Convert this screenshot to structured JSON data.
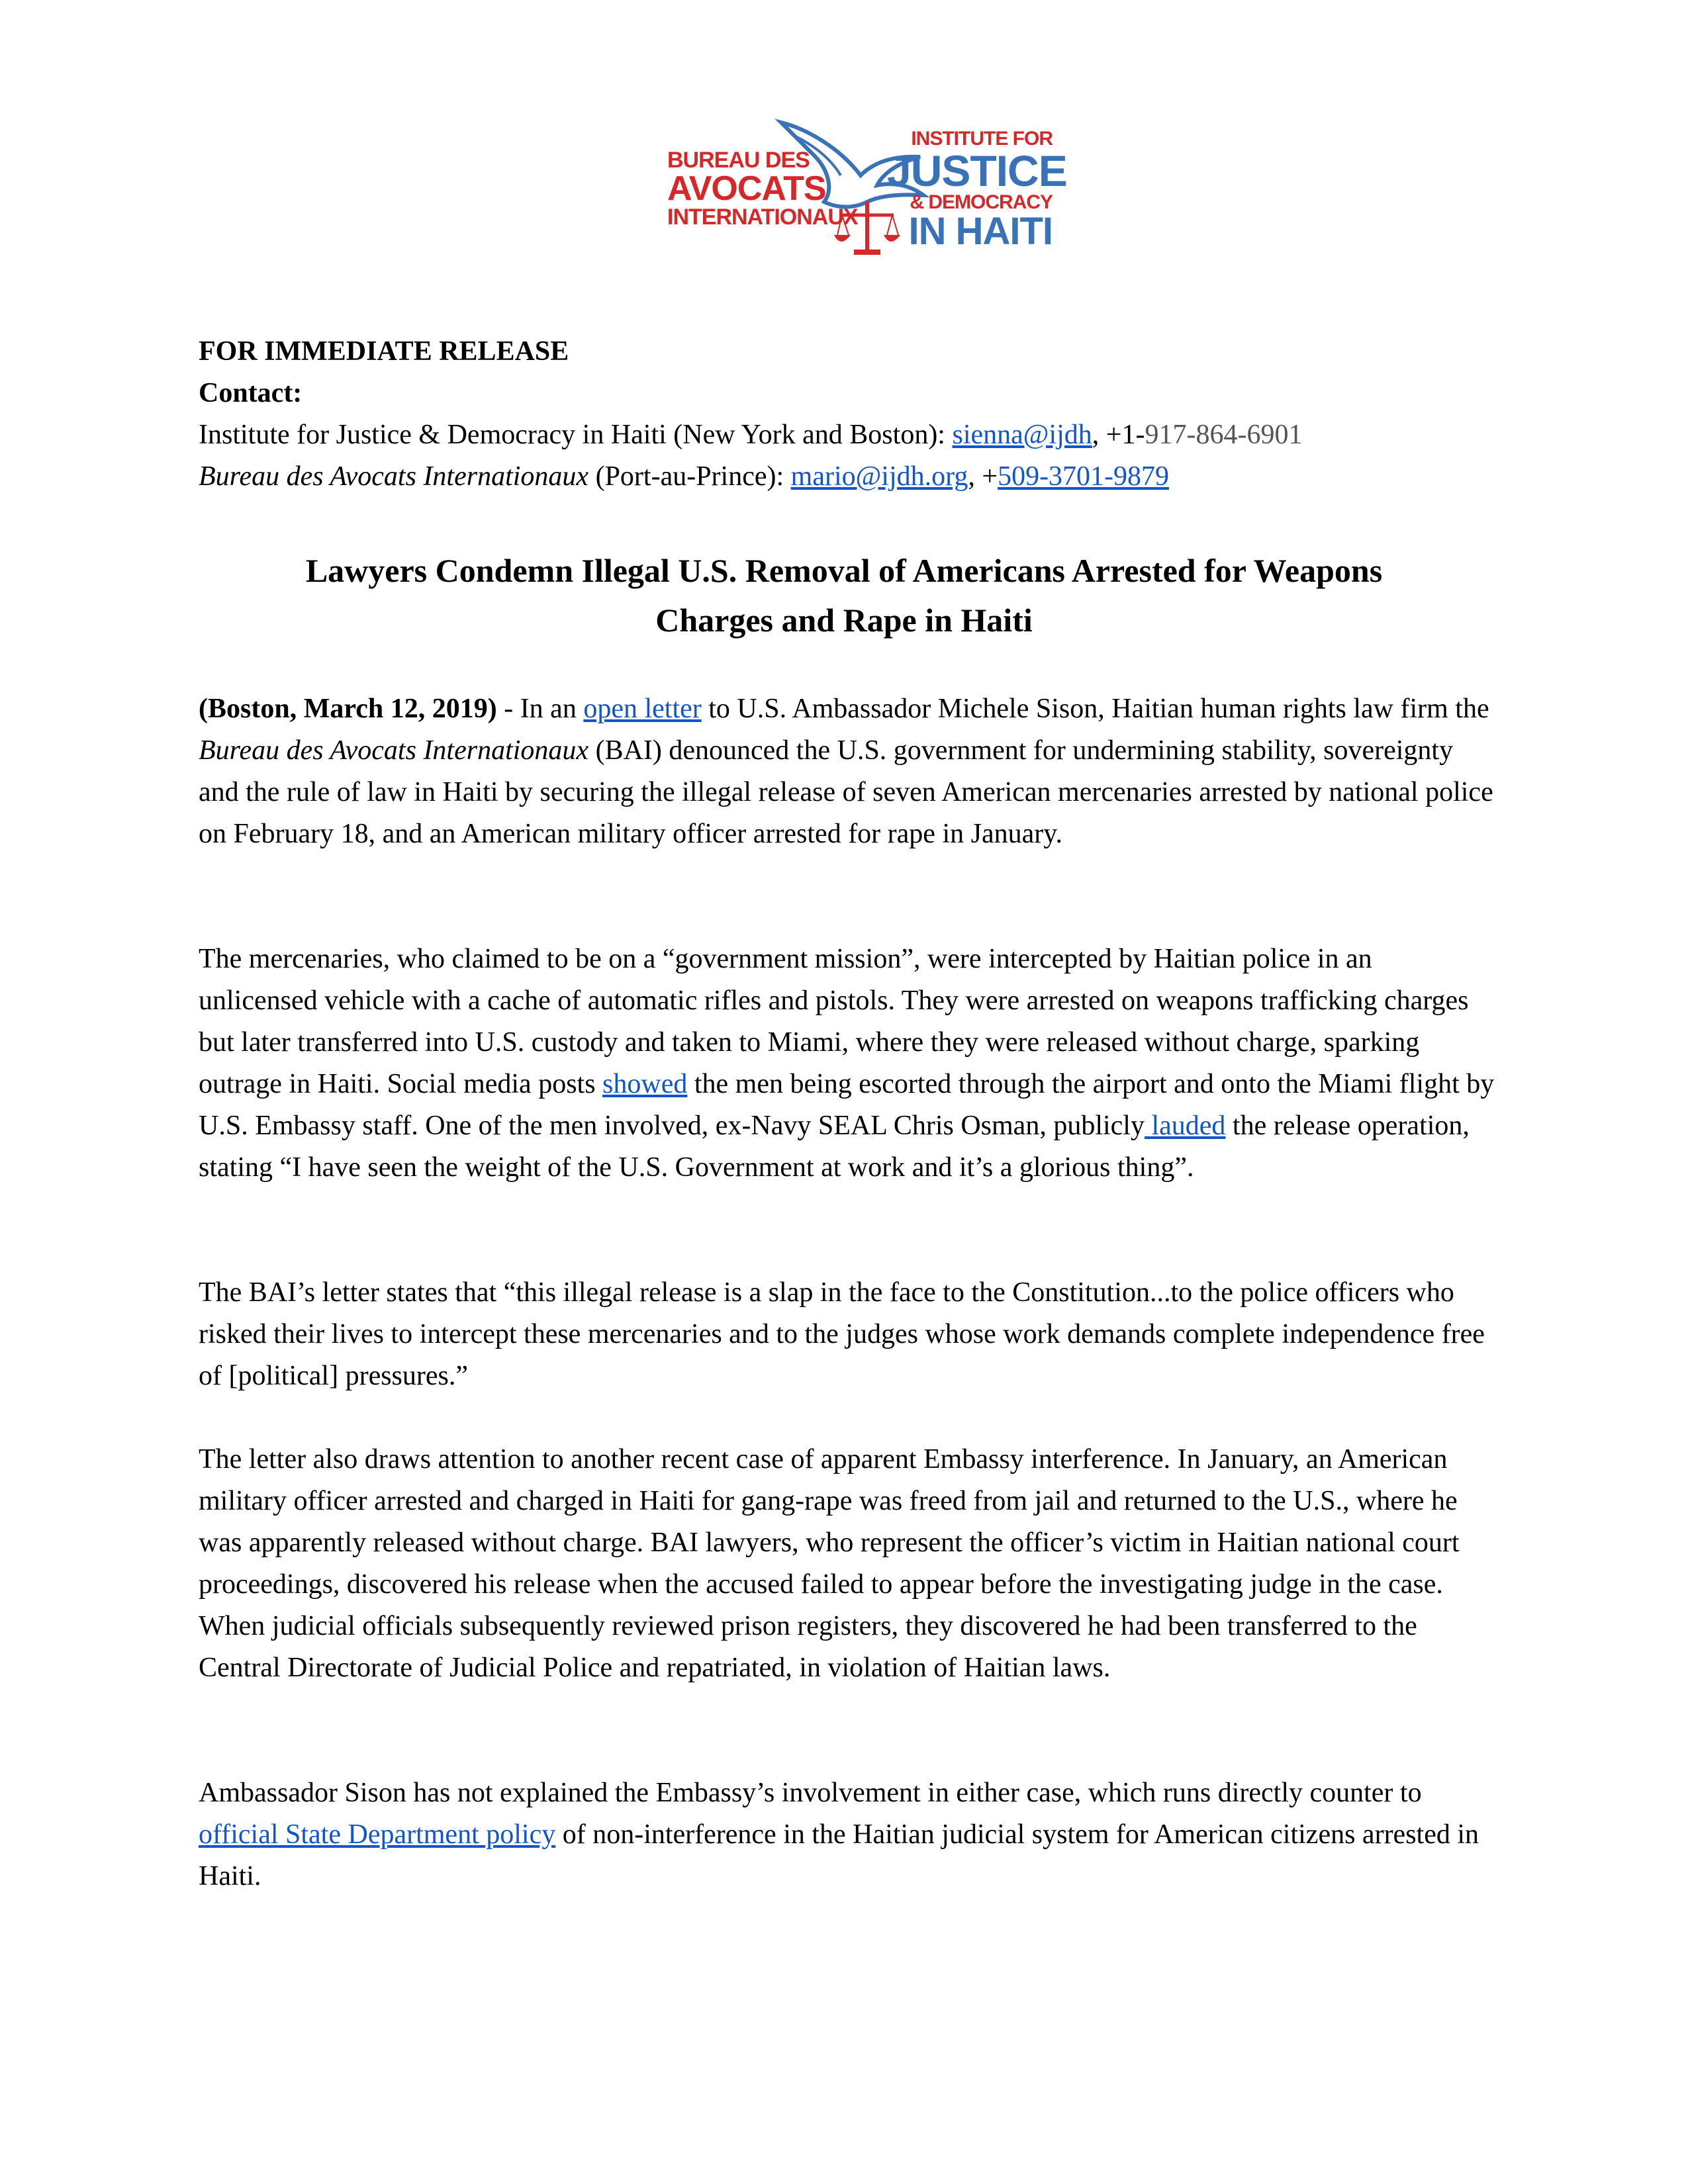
{
  "logo": {
    "left_line1": "BUREAU DES",
    "left_line2": "AVOCATS",
    "left_line3": "INTERNATIONAUX",
    "right_line1": "INSTITUTE FOR",
    "right_line2": "JUSTICE",
    "right_line3": "& DEMOCRACY",
    "right_line4": "IN HAITI",
    "red": "#d62828",
    "blue": "#3a72b8"
  },
  "release": "FOR IMMEDIATE RELEASE",
  "contact_label": "Contact:",
  "contacts": {
    "ijdh_name": "Institute for Justice & Democracy in Haiti (New York and Boston): ",
    "ijdh_email": "sienna@ijdh",
    "ijdh_sep": ", +1-",
    "ijdh_phone": "917-864-6901",
    "bai_name": "Bureau des Avocats Internationaux",
    "bai_place": " (Port-au-Prince): ",
    "bai_email": "mario@ijdh.org",
    "bai_sep": ", +",
    "bai_phone": "509-3701-9879"
  },
  "headline": {
    "line1": "Lawyers Condemn Illegal U.S. Removal of Americans Arrested for Weapons",
    "line2": "Charges and Rape in Haiti"
  },
  "p1": {
    "dateline": "(Boston, March 12, 2019)",
    "t1": " - In an ",
    "link1": "open letter",
    "t2": " to U.S. Ambassador Michele Sison, Haitian human rights law firm the ",
    "firm": "Bureau des Avocats Internationaux",
    "t3": " (BAI) denounced the U.S. government for undermining stability, sovereignty and the rule of law in Haiti by securing the illegal release of seven American mercenaries arrested by national police on February 18, and an American military officer arrested for rape in January."
  },
  "p2": {
    "t1": "The mercenaries, who claimed to be on a “government mission”, were intercepted by Haitian police in an unlicensed vehicle with a cache of automatic rifles and pistols. They were arrested on weapons trafficking charges but later transferred into U.S. custody and taken to Miami, where they were released without charge, sparking outrage in Haiti. Social media posts ",
    "link1": "showed",
    "t2": " the men being escorted through the airport and onto the Miami flight by U.S. Embassy staff. One of the men involved, ex-Navy SEAL Chris Osman, publicly",
    "link2": " lauded",
    "t3": " the release operation, stating “I have seen the weight of the U.S. Government at work and it’s a glorious thing”."
  },
  "p3": "The BAI’s letter states that “this illegal release is a slap in the face to the Constitution...to the police officers who risked their lives to intercept these mercenaries and to the judges whose work demands complete independence free of [political] pressures.”",
  "p4": "The letter also draws attention to another recent case of apparent Embassy interference. In January, an American military officer arrested and charged in Haiti for gang-rape was freed from jail and returned to the U.S., where he was apparently released without charge. BAI lawyers, who represent the officer’s victim in Haitian national court proceedings, discovered his release when the accused failed to appear before the investigating judge in the case.  When judicial officials subsequently reviewed prison registers, they discovered he had been transferred to the Central Directorate of Judicial Police and repatriated, in violation of Haitian laws.",
  "p5": {
    "t1": "Ambassador Sison has not explained the Embassy’s involvement in either case, which runs directly counter to ",
    "link1": "official State Department policy",
    "t2": " of non-interference in the Haitian judicial system for American citizens arrested in Haiti."
  }
}
